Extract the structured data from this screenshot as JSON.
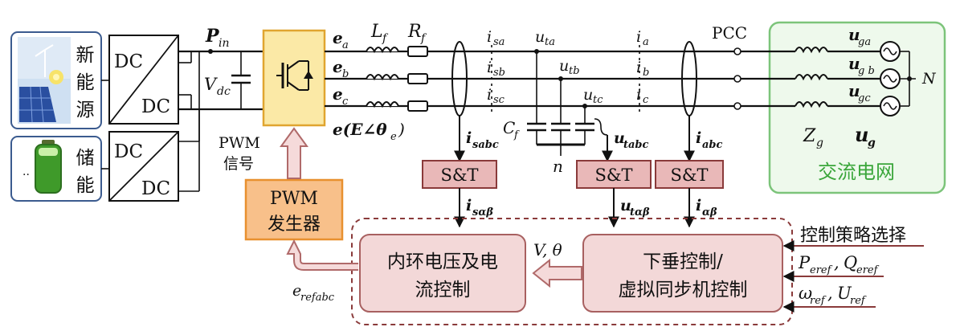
{
  "sources": {
    "new_energy": "新能源",
    "storage": "储能",
    "storage_dots": "··"
  },
  "converter": {
    "dc_top": "DC",
    "dc_bottom": "DC"
  },
  "symbols": {
    "p_in": "P",
    "p_in_sub": "in",
    "v_dc": "V",
    "v_dc_sub": "dc",
    "e_a": "e",
    "e_a_sub": "a",
    "e_b": "e",
    "e_b_sub": "b",
    "e_c": "e",
    "e_c_sub": "c",
    "l_f": "L",
    "l_f_sub": "f",
    "r_f": "R",
    "r_f_sub": "f",
    "i_sa": "i",
    "i_sa_sub": "sa",
    "i_sb": "i",
    "i_sb_sub": "sb",
    "i_sc": "i",
    "i_sc_sub": "sc",
    "u_ta": "u",
    "u_ta_sub": "ta",
    "u_tb": "u",
    "u_tb_sub": "tb",
    "u_tc": "u",
    "u_tc_sub": "tc",
    "i_a": "i",
    "i_a_sub": "a",
    "i_b": "i",
    "i_b_sub": "b",
    "i_c": "i",
    "i_c_sub": "c",
    "pcc": "PCC",
    "u_ga": "u",
    "u_ga_sub": "ga",
    "u_gb": "u",
    "u_gb_sub": "g b",
    "u_gc": "u",
    "u_gc_sub": "gc",
    "neutral": "N",
    "z_g": "Z",
    "z_g_sub": "g",
    "u_g": "u",
    "u_g_sub": "g",
    "c_f": "C",
    "c_f_sub": "f",
    "n": "n",
    "e_angle": "e(E∠θ",
    "e_angle_sub": "e",
    "e_angle_close": ")",
    "i_sabc": "i",
    "i_sabc_sub": "sabc",
    "u_tabc": "u",
    "u_tabc_sub": "tabc",
    "i_abc": "i",
    "i_abc_sub": "abc",
    "i_salphabeta": "i",
    "i_salphabeta_sub": "sαβ",
    "u_talphabeta": "u",
    "u_talphabeta_sub": "tαβ",
    "i_alphabeta": "i",
    "i_alphabeta_sub": "αβ",
    "e_refabc": "e",
    "e_refabc_sub": "refabc",
    "v_theta": "V, θ"
  },
  "grid": {
    "label": "交流电网"
  },
  "pwm": {
    "signal_line1": "PWM",
    "signal_line2": "信号",
    "generator_line1": "PWM",
    "generator_line2": "发生器"
  },
  "transforms": {
    "st1": "S&T",
    "st2": "S&T",
    "st3": "S&T"
  },
  "control": {
    "inner_line1": "内环电压及电",
    "inner_line2": "流控制",
    "droop_line1": "下垂控制/",
    "droop_line2": "虚拟同步机控制",
    "strategy": "控制策略选择",
    "p_eref": "P",
    "p_eref_sub": "eref",
    "q_eref": "Q",
    "q_eref_sub": "eref",
    "omega_ref": "ω",
    "omega_ref_sub": "ref",
    "u_ref": "U",
    "u_ref_sub": "ref",
    "comma": ","
  },
  "colors": {
    "inverter_fill": "#fbe9a6",
    "inverter_border": "#e0a530",
    "pwm_gen_fill": "#f8c08a",
    "pwm_gen_border": "#e8902f",
    "st_fill": "#e9b8b8",
    "st_border": "#8a3a3a",
    "ctrl_fill": "#f3d8d8",
    "ctrl_border": "#a86060",
    "grid_fill": "#eef9ec",
    "grid_border": "#7cc47a",
    "grid_text": "#3aa63a",
    "source_border": "#3b5b8f",
    "arrow_fill": "#f5dada",
    "arrow_border": "#b06a6a"
  }
}
